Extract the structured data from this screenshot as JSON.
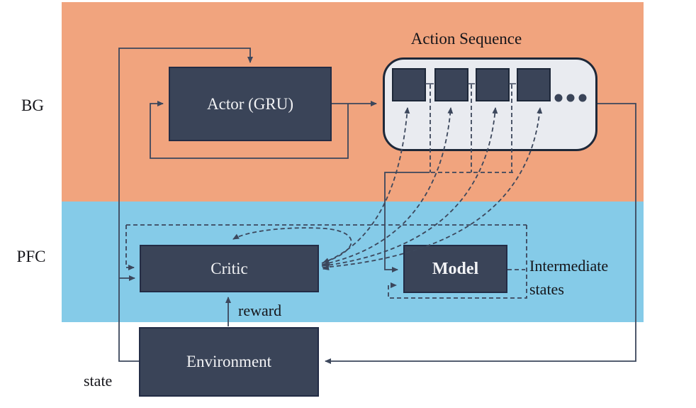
{
  "regions": {
    "bg_label": "BG",
    "pfc_label": "PFC"
  },
  "nodes": {
    "actor_label": "Actor (GRU)",
    "critic_label": "Critic",
    "model_label": "Model",
    "environment_label": "Environment"
  },
  "action_sequence": {
    "title": "Action Sequence",
    "slot_count": 4
  },
  "edge_labels": {
    "reward": "reward",
    "state": "state",
    "intermediate_line1": "Intermediate",
    "intermediate_line2": "states"
  },
  "colors": {
    "canvas-bg": "#FFFFFF",
    "bg-region": "#F1A47E",
    "pfc-region": "#85CBE8",
    "node-fill": "#3A4458",
    "node-border": "#232C45",
    "node-text": "#F2F3F5",
    "seq-fill": "#E9EBF0",
    "seq-border": "#1E2839",
    "line": "#3C475C",
    "label-text": "#15151A"
  }
}
